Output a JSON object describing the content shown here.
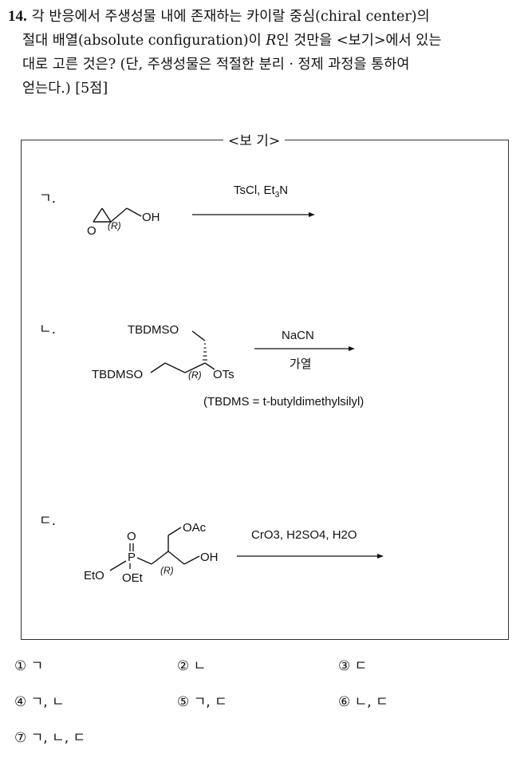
{
  "question": {
    "number": "14.",
    "lines": [
      "각 반응에서 주생성물 내에 존재하는 카이랄 중심(chiral center)의",
      "절대 배열(absolute configuration)이 ",
      "대로 고른 것은? (단, 주생성물은 적절한 분리 · 정제 과정을 통하여",
      "얻는다.) [5점]"
    ],
    "line2_italic": "R",
    "line2_rest": "인 것만을 <보기>에서 있는"
  },
  "box": {
    "title": "<보 기>",
    "items": [
      {
        "label": "ㄱ.",
        "reagents_above": "TsCl, Et",
        "reagents_sub": "3",
        "reagents_tail": "N",
        "substrate_labels": [
          "O",
          "(R)",
          "OH"
        ]
      },
      {
        "label": "ㄴ.",
        "reagent_above": "NaCN",
        "reagent_below": "가열",
        "substrate_labels": [
          "TBDMSO",
          "TBDMSO",
          "(R)",
          "OTs"
        ],
        "note": "(TBDMS = t-butyldimethylsilyl)"
      },
      {
        "label": "ㄷ.",
        "reagents": "CrO3, H2SO4, H2O",
        "substrate_labels": [
          "OAc",
          "O",
          "P",
          "EtO",
          "OEt",
          "(R)",
          "OH"
        ]
      }
    ]
  },
  "choices": [
    {
      "num": "①",
      "text": "ㄱ"
    },
    {
      "num": "②",
      "text": "ㄴ"
    },
    {
      "num": "③",
      "text": "ㄷ"
    },
    {
      "num": "④",
      "text": "ㄱ, ㄴ"
    },
    {
      "num": "⑤",
      "text": "ㄱ, ㄷ"
    },
    {
      "num": "⑥",
      "text": "ㄴ, ㄷ"
    },
    {
      "num": "⑦",
      "text": "ㄱ, ㄴ, ㄷ"
    }
  ]
}
